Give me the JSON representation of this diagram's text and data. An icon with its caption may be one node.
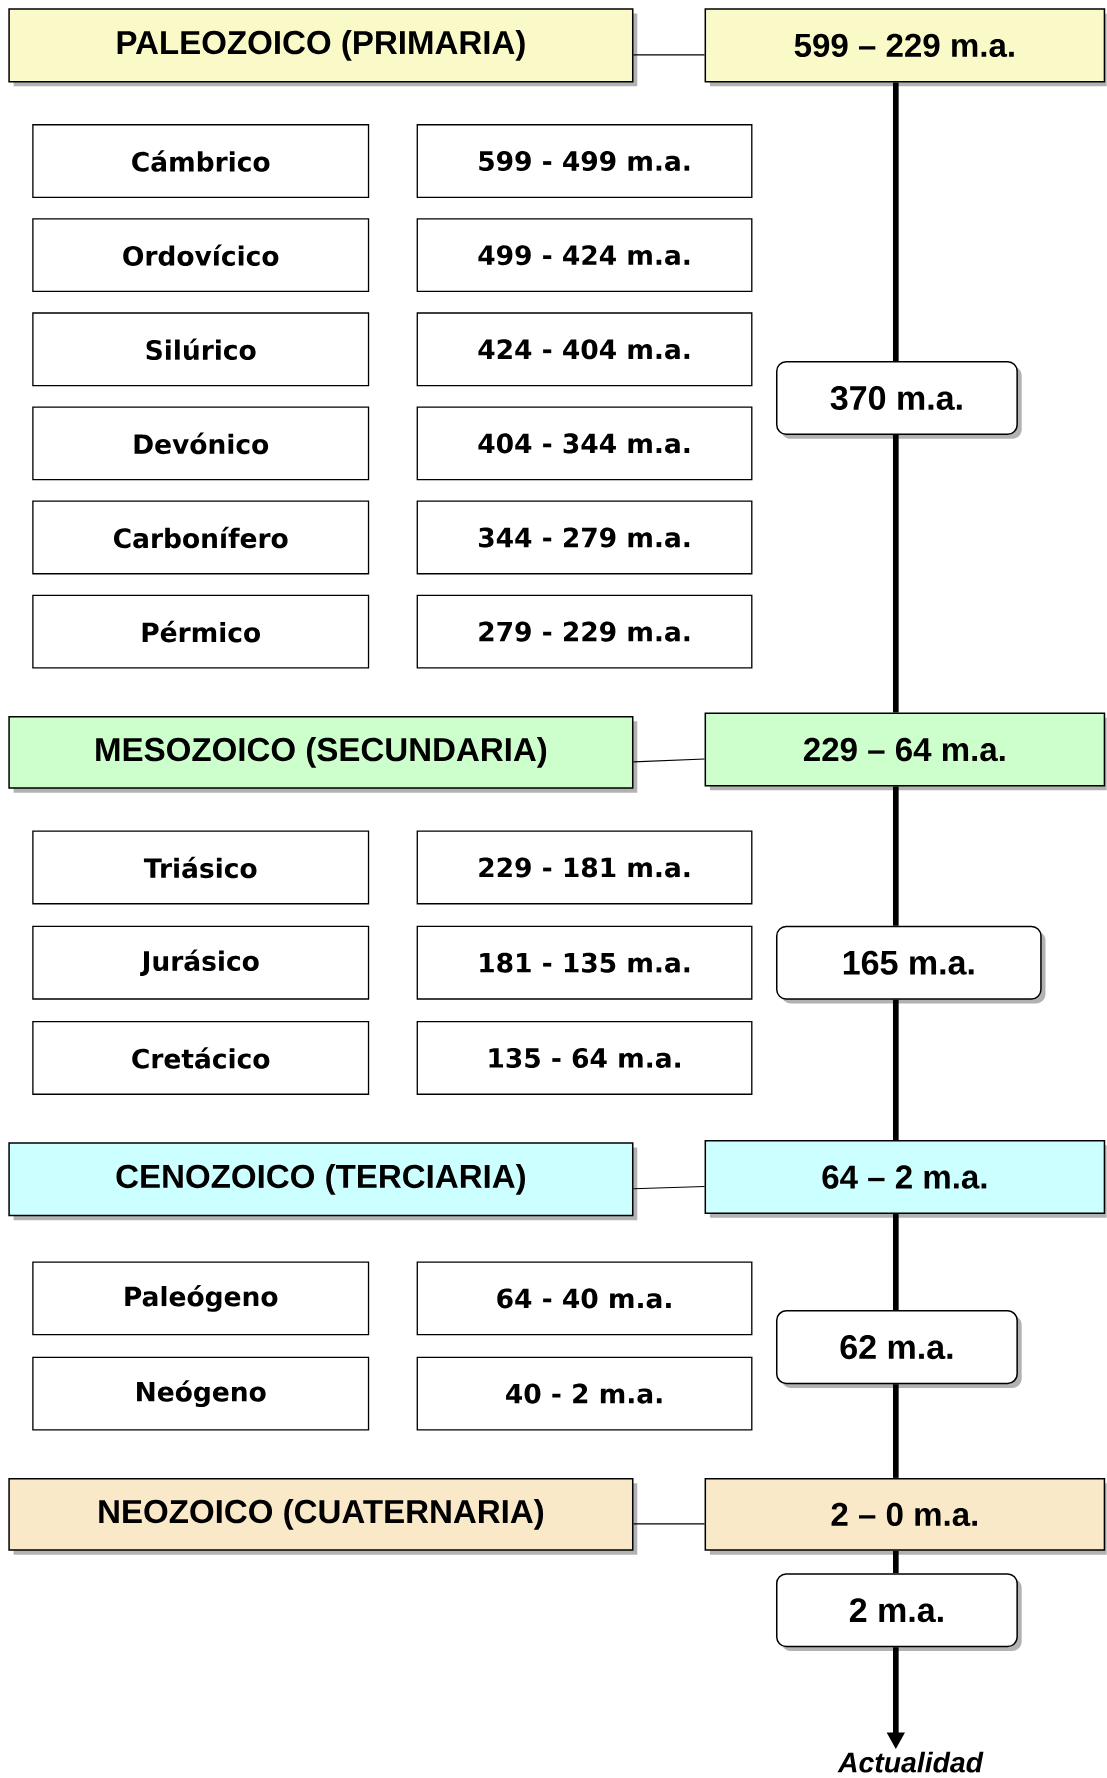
{
  "diagram": {
    "nodes": [
      {
        "text": [
          "PALEOZOICO (PRIMARIA)"
        ]
      },
      {
        "text": [
          "599 – 229 m.a."
        ]
      },
      {
        "text": [
          "Cámbrico"
        ]
      },
      {
        "text": [
          "599 - 499 m.a."
        ]
      },
      {
        "text": [
          "Ordovícico"
        ]
      },
      {
        "text": [
          "499 - 424 m.a."
        ]
      },
      {
        "text": [
          "Silúrico"
        ]
      },
      {
        "text": [
          "424 - 404 m.a."
        ]
      },
      {
        "text": [
          "Devónico"
        ]
      },
      {
        "text": [
          "404 - 344 m.a."
        ]
      },
      {
        "text": [
          "Carbonífero"
        ]
      },
      {
        "text": [
          "344 - 279 m.a."
        ]
      },
      {
        "text": [
          "Pérmico"
        ]
      },
      {
        "text": [
          "279 - 229 m.a."
        ]
      },
      {
        "text": [
          "370 m.a."
        ]
      },
      {
        "text": [
          "MESOZOICO (SECUNDARIA)"
        ]
      },
      {
        "text": [
          "229 – 64 m.a."
        ]
      },
      {
        "text": [
          "Triásico"
        ]
      },
      {
        "text": [
          "229 - 181 m.a."
        ]
      },
      {
        "text": [
          "Jurásico"
        ]
      },
      {
        "text": [
          "181 - 135 m.a."
        ]
      },
      {
        "text": [
          "Cretácico"
        ]
      },
      {
        "text": [
          "135 - 64 m.a."
        ]
      },
      {
        "text": [
          "165 m.a."
        ]
      },
      {
        "text": [
          "CENOZOICO (TERCIARIA)"
        ]
      },
      {
        "text": [
          "64 – 2 m.a."
        ]
      },
      {
        "text": [
          "Paleógeno"
        ]
      },
      {
        "text": [
          "64 - 40 m.a."
        ]
      },
      {
        "text": [
          "Neógeno"
        ]
      },
      {
        "text": [
          "40 - 2 m.a."
        ]
      },
      {
        "text": [
          "62 m.a."
        ]
      },
      {
        "text": [
          "NEOZOICO (CUATERNARIA)"
        ]
      },
      {
        "text": [
          "2 – 0 m.a."
        ]
      },
      {
        "text": [
          "2 m.a."
        ]
      },
      {
        "text": [
          "Actualidad"
        ]
      }
    ],
    "edges": [
      {
        "from": 0,
        "to": 1,
        "arrow": "none"
      },
      {
        "from": 15,
        "to": 16,
        "arrow": "none"
      },
      {
        "from": 24,
        "to": 25,
        "arrow": "none"
      },
      {
        "from": 31,
        "to": 32,
        "arrow": "none"
      },
      {
        "from": 1,
        "to": 14,
        "arrow": "none"
      },
      {
        "from": 14,
        "to": 16,
        "arrow": "none"
      },
      {
        "from": 16,
        "to": 23,
        "arrow": "none"
      },
      {
        "from": 23,
        "to": 25,
        "arrow": "none"
      },
      {
        "from": 25,
        "to": 30,
        "arrow": "none"
      },
      {
        "from": 30,
        "to": 32,
        "arrow": "none"
      },
      {
        "from": 32,
        "to": 33,
        "arrow": "none"
      },
      {
        "from": 33,
        "to": 34,
        "arrow": "to"
      }
    ]
  }
}
